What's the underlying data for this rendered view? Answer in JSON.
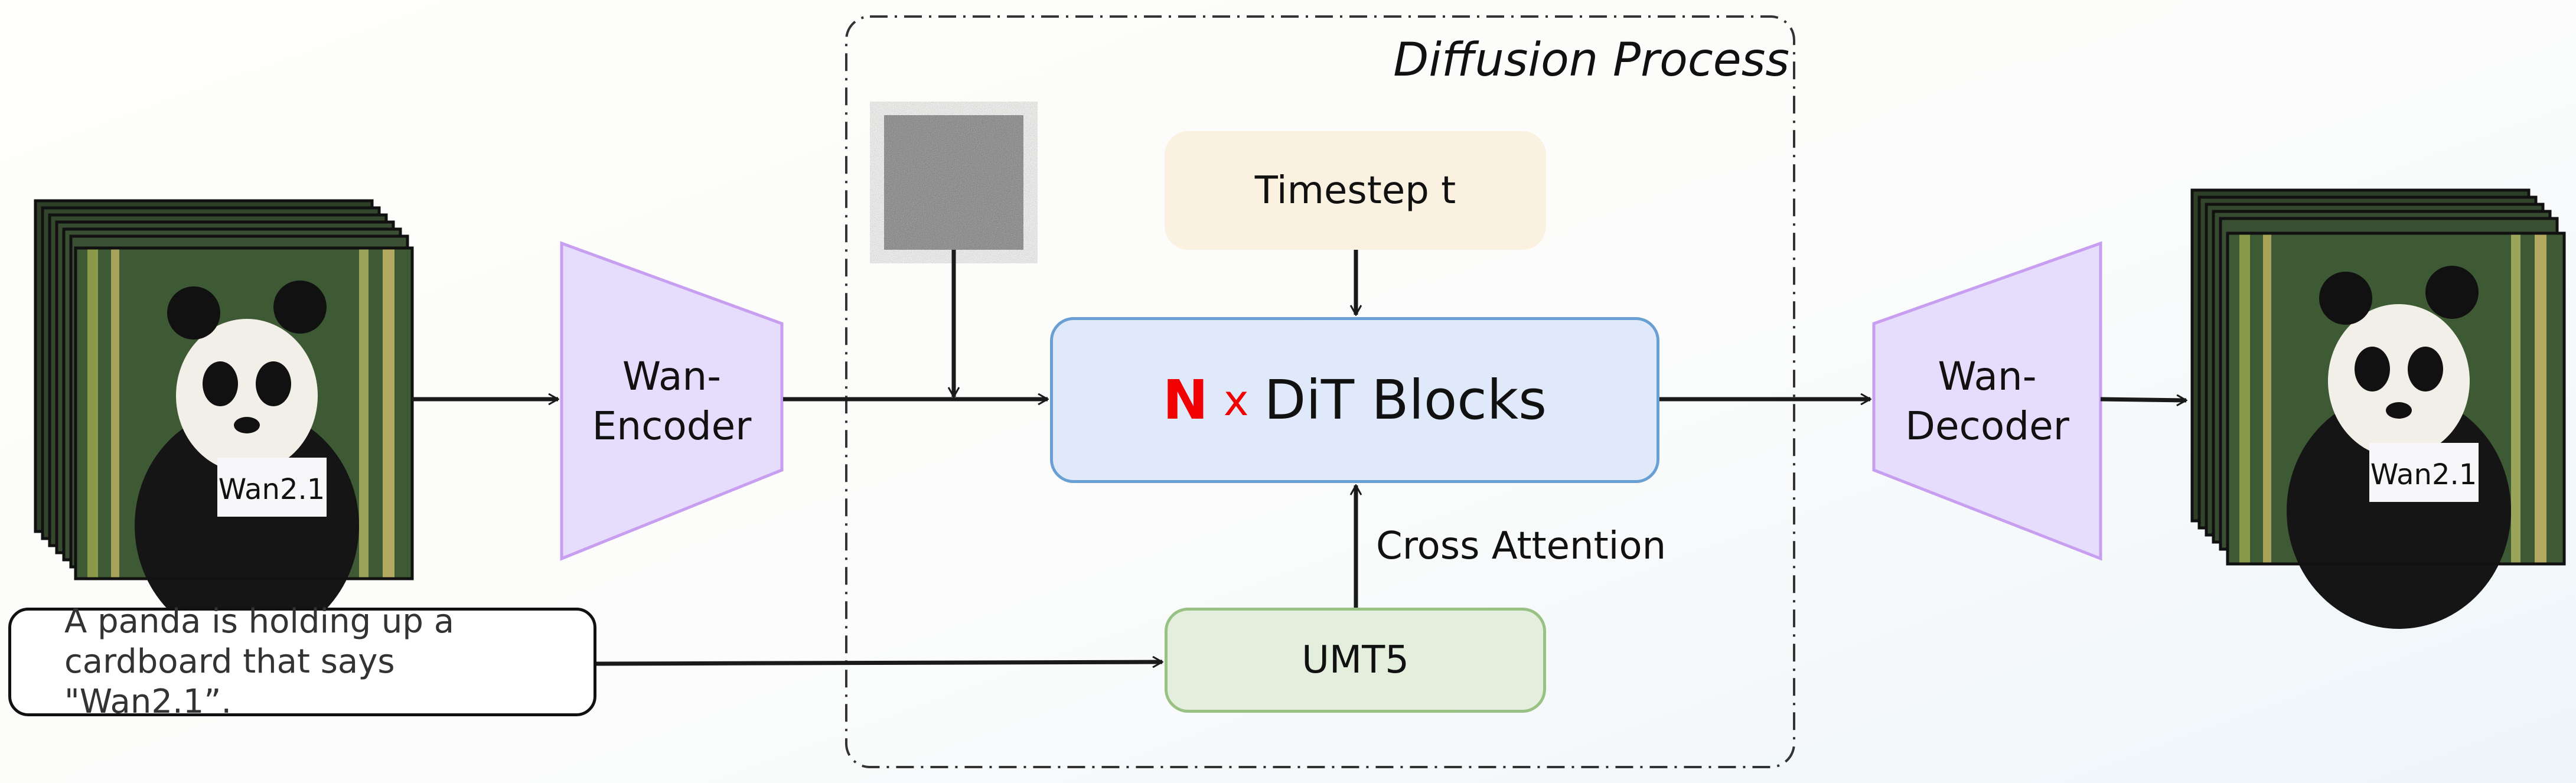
{
  "diagram": {
    "region_title": "Diffusion Process",
    "input_video_sign": "Wan2.1",
    "output_video_sign": "Wan2.1",
    "prompt_text": "A panda is holding up a cardboard that says \"Wan2.1”.",
    "encoder_label_line1": "Wan-",
    "encoder_label_line2": "Encoder",
    "decoder_label_line1": "Wan-",
    "decoder_label_line2": "Decoder",
    "timestep_label": "Timestep t",
    "dit_multiplier": "N",
    "dit_times": "x",
    "dit_label": "DiT Blocks",
    "text_encoder_label": "UMT5",
    "cross_attention_label": "Cross Attention",
    "colors": {
      "encoder_fill": "#e6dcfb",
      "encoder_stroke": "#c79ef0",
      "timestep_fill": "#faf1e0",
      "dit_fill": "#dfe9f9",
      "dit_stroke": "#6a9fd3",
      "umt5_fill": "#e3efdc",
      "umt5_stroke": "#99c184",
      "accent_red": "#f00000"
    }
  }
}
